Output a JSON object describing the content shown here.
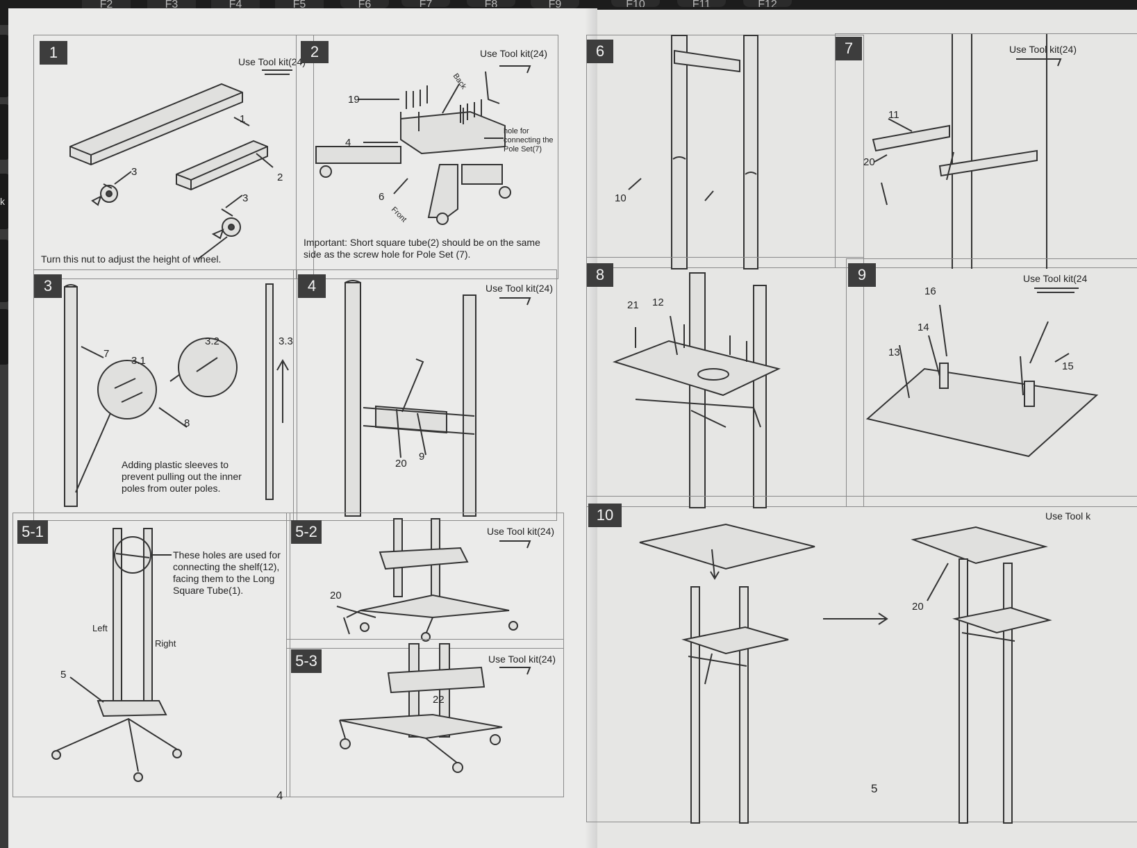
{
  "keyboard": {
    "keys": [
      "F2",
      "F3",
      "F4",
      "F5",
      "F6",
      "F7",
      "F8",
      "F9",
      "F10",
      "F11",
      "F12"
    ],
    "side_label": "k"
  },
  "tool_label": "Use Tool kit(24)",
  "left_page": {
    "number": "4",
    "panels": [
      {
        "step": "1",
        "tool": "Use Tool kit(24)",
        "labels": [
          "1",
          "3",
          "2",
          "3"
        ],
        "note": "Turn this nut to adjust the height of wheel."
      },
      {
        "step": "2",
        "tool": "Use Tool kit(24)",
        "labels": [
          "19",
          "4",
          "6"
        ],
        "back": "Back",
        "front": "Front",
        "hole_note": "hole for connecting the Pole Set(7)",
        "note": "Important: Short square tube(2) should be on the same side as the screw hole for Pole Set (7)."
      },
      {
        "step": "3",
        "labels": [
          "7",
          "3.1",
          "3.2",
          "8",
          "3.3"
        ],
        "note": "Adding plastic sleeves to prevent pulling out the inner poles from outer poles."
      },
      {
        "step": "4",
        "tool": "Use Tool kit(24)",
        "labels": [
          "20",
          "9"
        ]
      },
      {
        "step": "5-1",
        "labels": [
          "Left",
          "Right",
          "5"
        ],
        "note": "These holes are used for connecting the shelf(12), facing them to the Long Square Tube(1)."
      },
      {
        "step": "5-2",
        "tool": "Use Tool kit(24)",
        "labels": [
          "20"
        ]
      },
      {
        "step": "5-3",
        "tool": "Use Tool kit(24)",
        "labels": [
          "22"
        ]
      }
    ]
  },
  "right_page": {
    "number": "5",
    "panels": [
      {
        "step": "6",
        "labels": [
          "10"
        ]
      },
      {
        "step": "7",
        "tool": "Use Tool kit(24)",
        "labels": [
          "11",
          "20"
        ]
      },
      {
        "step": "8",
        "labels": [
          "21",
          "12"
        ]
      },
      {
        "step": "9",
        "tool": "Use Tool kit(24",
        "labels": [
          "16",
          "14",
          "13",
          "15"
        ]
      },
      {
        "step": "10",
        "tool": "Use Tool k",
        "labels": [
          "20"
        ]
      }
    ]
  }
}
